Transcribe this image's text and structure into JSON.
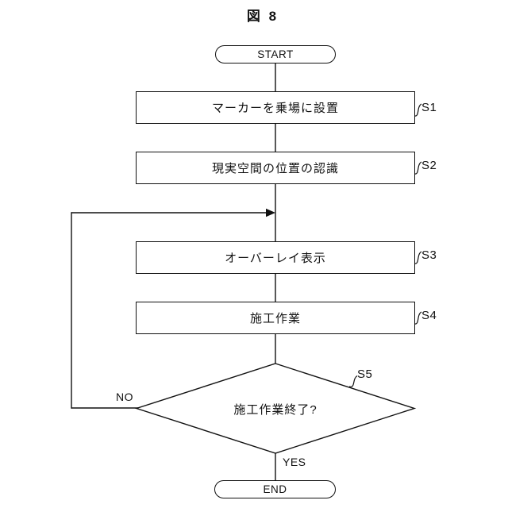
{
  "title": "図 8",
  "flowchart": {
    "start_label": "START",
    "end_label": "END",
    "steps": [
      {
        "id": "S1",
        "label": "マーカーを乗場に設置"
      },
      {
        "id": "S2",
        "label": "現実空間の位置の認識"
      },
      {
        "id": "S3",
        "label": "オーバーレイ表示"
      },
      {
        "id": "S4",
        "label": "施工作業"
      }
    ],
    "decision": {
      "id": "S5",
      "label": "施工作業終了?"
    },
    "branch_no": "NO",
    "branch_yes": "YES"
  },
  "colors": {
    "line": "#111111",
    "background": "#ffffff"
  }
}
